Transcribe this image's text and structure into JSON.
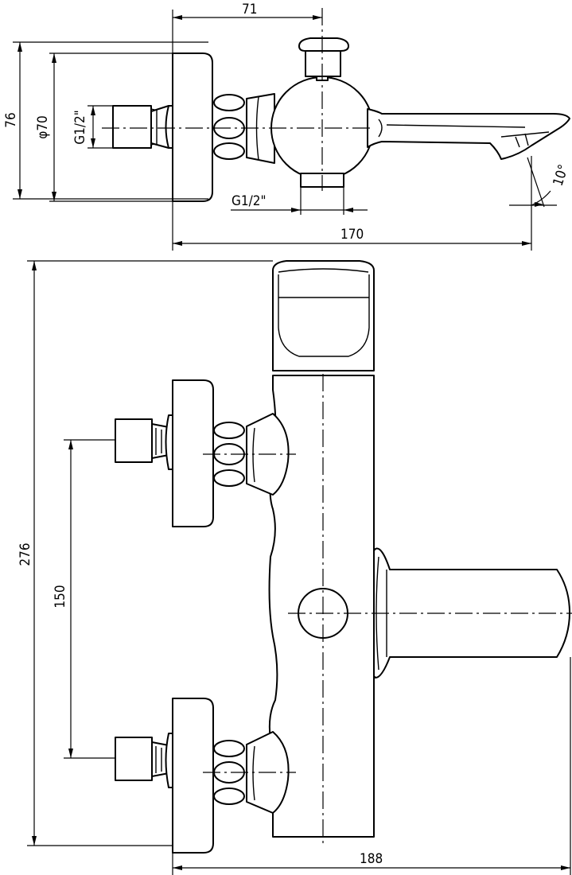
{
  "dimensions": {
    "top_width_71": "71",
    "top_height_76": "76",
    "top_diameter_70": "φ70",
    "top_inlet_thread": "G1/2\"",
    "top_outlet_thread": "G1/2\"",
    "top_length_170": "170",
    "top_angle_10": "10°",
    "front_height_276": "276",
    "front_spacing_150": "150",
    "front_width_188": "188"
  },
  "colors": {
    "line": "#000000",
    "background": "#ffffff"
  }
}
